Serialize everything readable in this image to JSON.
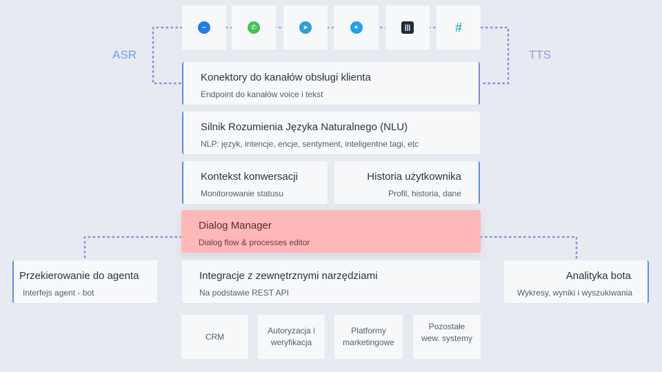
{
  "channels": [
    {
      "name": "messenger-icon",
      "color": "#1e7bf2"
    },
    {
      "name": "whatsapp-icon",
      "color": "#3fc351"
    },
    {
      "name": "telegram-icon",
      "color": "#2a9fd6"
    },
    {
      "name": "twitter-icon",
      "color": "#1da1f2"
    },
    {
      "name": "intercom-icon",
      "color": "#1f2a3c"
    },
    {
      "name": "slack-icon",
      "color": "#e01e5a"
    }
  ],
  "side_labels": {
    "left": "ASR",
    "right": "TTS"
  },
  "colors": {
    "asr": "#6aa0e8",
    "tts": "#9b92e6",
    "accent": "#5b8def",
    "dialog_bg": "#ffb8b8",
    "background": "#e7eaf0"
  },
  "connectors": {
    "title": "Konektory do kanałów obsługi klienta",
    "subtitle": "Endpoint do kanałów voice i tekst"
  },
  "nlu": {
    "title": "Silnik Rozumienia Języka Naturalnego (NLU)",
    "subtitle": "NLP: język, intencje, encje, sentyment, inteligentne tagi, etc"
  },
  "context": {
    "title": "Kontekst konwersacji",
    "subtitle": "Monitorowanie statusu"
  },
  "history": {
    "title": "Historia użytkownika",
    "subtitle": "Profil, historia, dane"
  },
  "dialog": {
    "title": "Dialog Manager",
    "subtitle": "Dialog flow & processes editor"
  },
  "agent": {
    "title": "Przekierowanie do agenta",
    "subtitle": "Interfejs agent - bot"
  },
  "integrations": {
    "title": "Integracje z zewnętrznymi narzędziami",
    "subtitle": "Na podstawie REST API"
  },
  "analytics": {
    "title": "Analityka bota",
    "subtitle": "Wykresy, wyniki i wyszukiwania"
  },
  "systems": [
    "CRM",
    "Autoryzacja i weryfikacja",
    "Platformy marketingowe",
    "Pozostałe wew. systemy"
  ]
}
